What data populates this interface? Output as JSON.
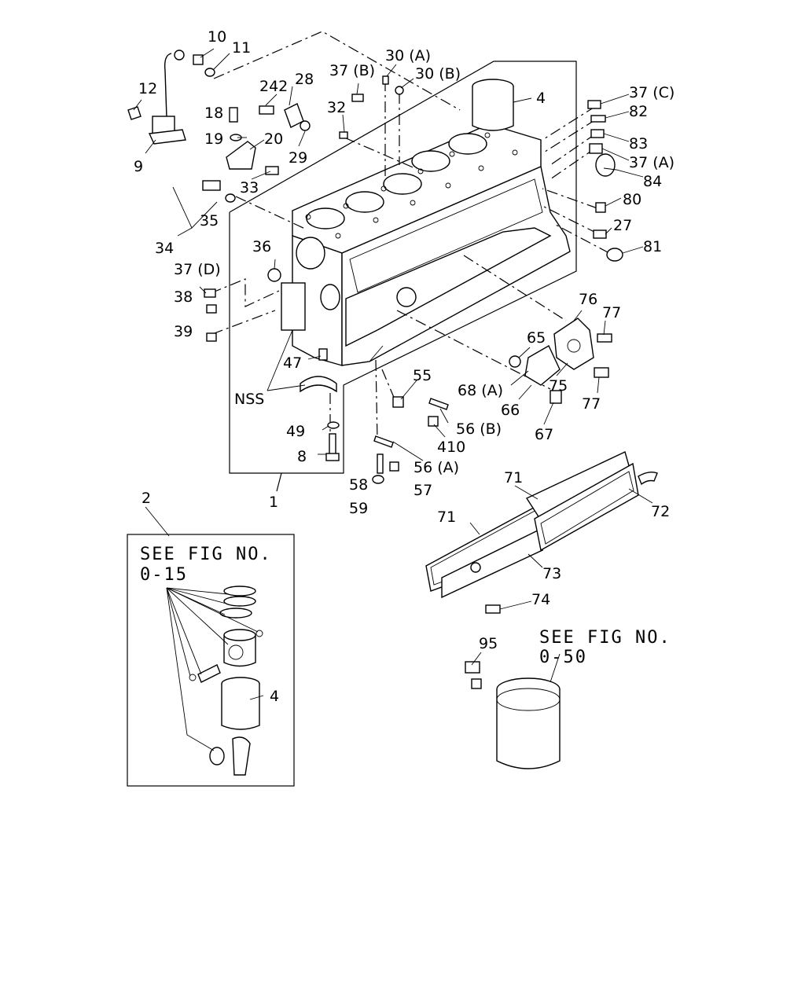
{
  "labels": {
    "l1": "1",
    "l2": "2",
    "l4a": "4",
    "l4b": "4",
    "l8": "8",
    "l9": "9",
    "l10": "10",
    "l11": "11",
    "l12": "12",
    "l18": "18",
    "l19": "19",
    "l20": "20",
    "l242": "242",
    "l27": "27",
    "l28": "28",
    "l29": "29",
    "l30a": "30 (A)",
    "l30b": "30 (B)",
    "l32": "32",
    "l33": "33",
    "l34": "34",
    "l35": "35",
    "l36": "36",
    "l37a": "37 (A)",
    "l37b": "37 (B)",
    "l37c": "37 (C)",
    "l37d": "37 (D)",
    "l38": "38",
    "l39": "39",
    "l47": "47",
    "l49": "49",
    "l55": "55",
    "l56a": "56 (A)",
    "l56b": "56 (B)",
    "l57": "57",
    "l58": "58",
    "l59": "59",
    "l65": "65",
    "l66": "66",
    "l67": "67",
    "l68a": "68 (A)",
    "l71a": "71",
    "l71b": "71",
    "l72": "72",
    "l73": "73",
    "l74": "74",
    "l75": "75",
    "l76": "76",
    "l77a": "77",
    "l77b": "77",
    "l80": "80",
    "l81": "81",
    "l82": "82",
    "l83": "83",
    "l84": "84",
    "l95": "95",
    "l410": "410",
    "nss": "NSS"
  },
  "refs": {
    "fig015_line1": "SEE FIG NO.",
    "fig015_line2": "0-15",
    "fig050_line1": "SEE FIG NO.",
    "fig050_line2": "0-50"
  }
}
